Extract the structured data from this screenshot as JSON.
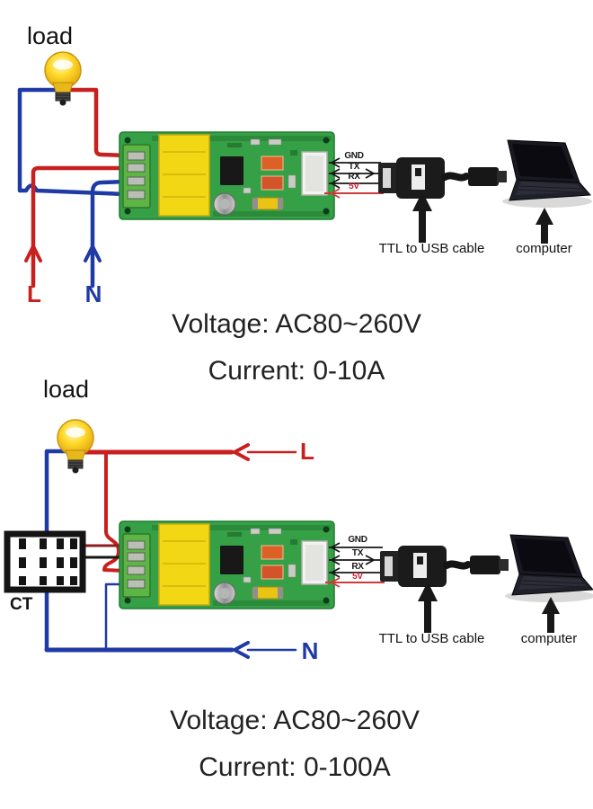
{
  "page": {
    "type": "wiring-diagram",
    "background": "#ffffff"
  },
  "colors": {
    "wire_live": "#c8201e",
    "wire_neutral": "#1f3aa5",
    "pcb_green": "#35a046",
    "terminal_green": "#5cb644",
    "transformer_yellow": "#f2d714",
    "pin_5v_red": "#cc2233",
    "wire_signal_black": "#161616"
  },
  "diagrams": [
    {
      "id": "top",
      "load_label": "load",
      "line_labels": {
        "live": "L",
        "neutral": "N"
      },
      "pin_labels": [
        "GND",
        "TX",
        "RX",
        "5V"
      ],
      "cable_caption": "TTL to USB cable",
      "computer_caption": "computer",
      "specs": {
        "voltage": "Voltage: AC80~260V",
        "current": "Current: 0-10A"
      }
    },
    {
      "id": "bottom",
      "load_label": "load",
      "line_labels": {
        "live": "L",
        "neutral": "N"
      },
      "ct_label": "CT",
      "pin_labels": [
        "GND",
        "TX",
        "RX",
        "5V"
      ],
      "cable_caption": "TTL to USB cable",
      "computer_caption": "computer",
      "specs": {
        "voltage": "Voltage: AC80~260V",
        "current": "Current: 0-100A"
      }
    }
  ]
}
